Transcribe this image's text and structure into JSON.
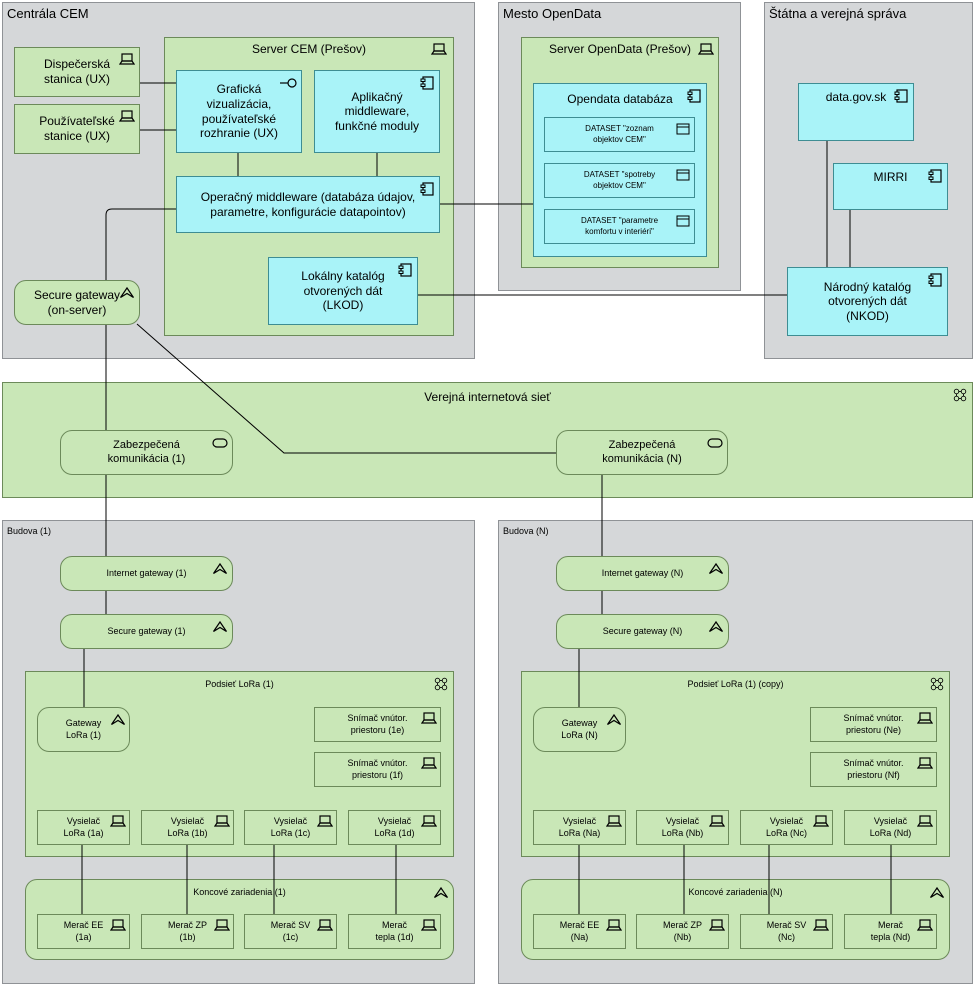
{
  "groups": {
    "centrala": "Centrála CEM",
    "mesto": "Mesto OpenData",
    "statna": "Štátna a verejná správa",
    "budova1": "Budova (1)",
    "budovaN": "Budova (N)"
  },
  "nodes": {
    "server_cem": "Server CEM (Prešov)",
    "server_opendata": "Server OpenData (Prešov)",
    "verejna_siet": "Verejná internetová sieť",
    "podsiet_1": "Podsieť LoRa (1)",
    "podsiet_n": "Podsieť LoRa (1) (copy)",
    "koncove_1": "Koncové zariadenia (1)",
    "koncove_n": "Koncové zariadenia (N)"
  },
  "centrala": {
    "dispecerska": "Dispečerská\nstanica (UX)",
    "pouzivatelske": "Používateľské\nstanice (UX)",
    "graficka": "Grafická\nvizualizácia,\npoužívateľské\nrozhranie (UX)",
    "aplikacny": "Aplikačný\nmiddleware,\nfunkčné moduly",
    "operacny": "Operačný middleware (databáza údajov,\nparametre, konfigurácie datapointov)",
    "lokalny_katalog": "Lokálny katalóg\notvorených dát\n(LKOD)",
    "secure_gateway": "Secure gateway\n(on-server)"
  },
  "opendata": {
    "databaza": "Opendata databáza",
    "datasets": [
      "DATASET \"zoznam\nobjektov CEM\"",
      "DATASET \"spotreby\nobjektov CEM\"",
      "DATASET \"parametre\nkomfortu v interiéri\""
    ]
  },
  "statna": {
    "data_gov": "data.gov.sk",
    "mirri": "MIRRI",
    "narodny_katalog": "Národný katalóg\notvorených dát\n(NKOD)"
  },
  "siet": {
    "komunikacia_1": "Zabezpečená\nkomunikácia (1)",
    "komunikacia_n": "Zabezpečená\nkomunikácia (N)"
  },
  "budova1": {
    "internet_gateway": "Internet gateway (1)",
    "secure_gateway": "Secure gateway (1)",
    "gateway_lora": "Gateway\nLoRa (1)",
    "snimac_e": "Snímač vnútor.\npriestoru (1e)",
    "snimac_f": "Snímač vnútor.\npriestoru (1f)",
    "vysielace": [
      "Vysielač\nLoRa (1a)",
      "Vysielač\nLoRa (1b)",
      "Vysielač\nLoRa (1c)",
      "Vysielač\nLoRa (1d)"
    ],
    "merace": [
      "Merač EE\n(1a)",
      "Merač ZP\n(1b)",
      "Merač SV\n(1c)",
      "Merač\ntepla (1d)"
    ]
  },
  "budovaN": {
    "internet_gateway": "Internet gateway (N)",
    "secure_gateway": "Secure gateway (N)",
    "gateway_lora": "Gateway\nLoRa (N)",
    "snimac_e": "Snímač vnútor.\npriestoru (Ne)",
    "snimac_f": "Snímač vnútor.\npriestoru (Nf)",
    "vysielace": [
      "Vysielač\nLoRa (Na)",
      "Vysielač\nLoRa (Nb)",
      "Vysielač\nLoRa (Nc)",
      "Vysielač\nLoRa (Nd)"
    ],
    "merace": [
      "Merač EE\n(Na)",
      "Merač ZP\n(Nb)",
      "Merač SV\n(Nc)",
      "Merač\ntepla (Nd)"
    ]
  },
  "colors": {
    "group_fill": "#d5d7d9",
    "node_fill": "#c9e7b7",
    "app_fill": "#a9f3f8",
    "line": "#000000"
  },
  "icons": [
    "device-icon",
    "component-icon",
    "interface-icon",
    "gateway-icon",
    "network-icon",
    "service-icon",
    "artifact-icon"
  ]
}
